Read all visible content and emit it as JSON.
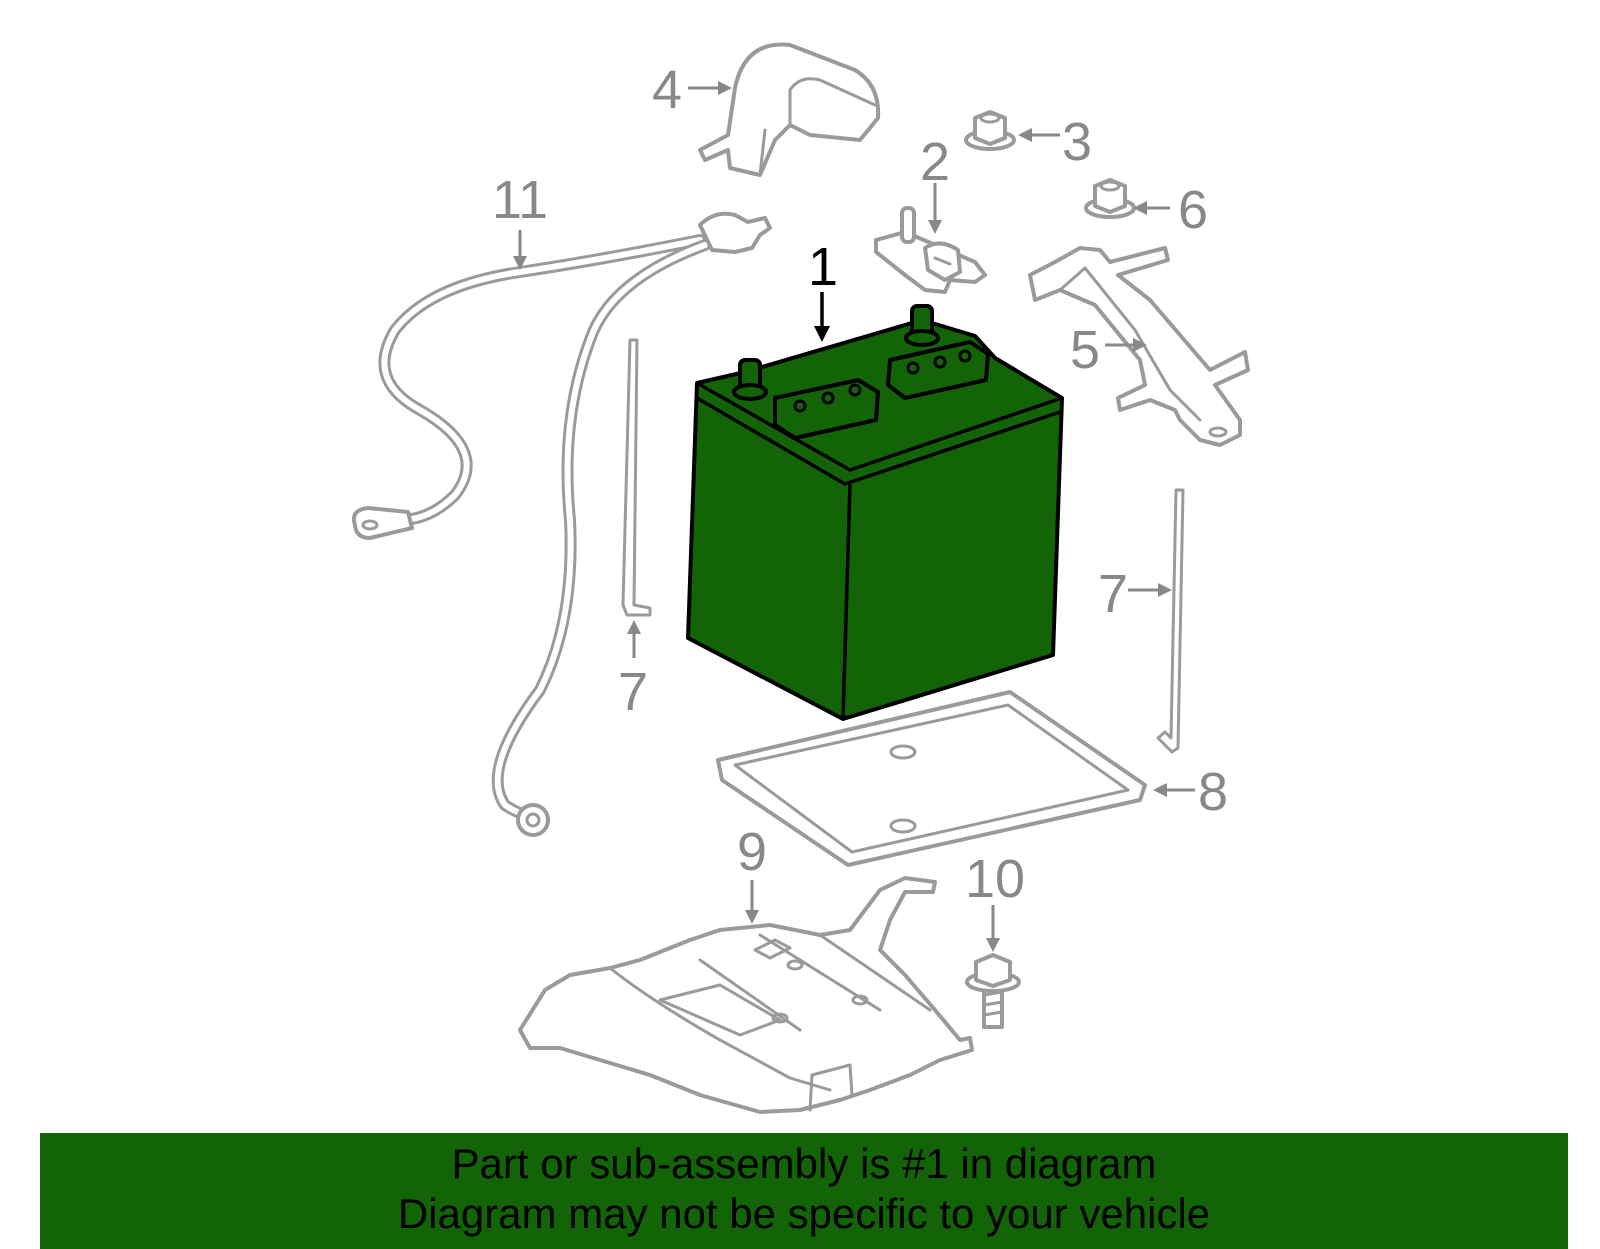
{
  "callouts": {
    "c1": "1",
    "c2": "2",
    "c3": "3",
    "c4": "4",
    "c5": "5",
    "c6": "6",
    "c7a": "7",
    "c7b": "7",
    "c8": "8",
    "c9": "9",
    "c10": "10",
    "c11": "11"
  },
  "banner": {
    "line1": "Part or sub-assembly is #1 in diagram",
    "line2": "Diagram may not be specific to your vehicle"
  },
  "colors": {
    "highlight": "#136407",
    "outline": "#9a9a9a",
    "label": "#888888"
  }
}
